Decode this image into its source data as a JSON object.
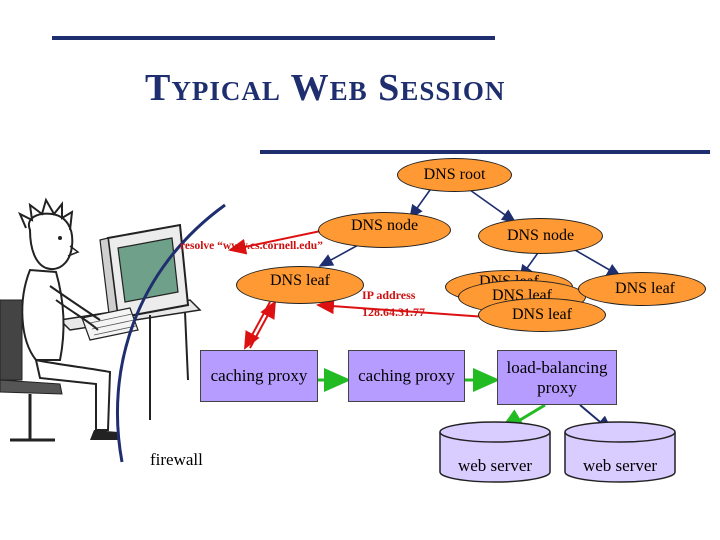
{
  "title": "Typical Web Session",
  "nodes": {
    "dns_root": "DNS root",
    "dns_node_left": "DNS node",
    "dns_node_right": "DNS node",
    "dns_leaf_left": "DNS leaf",
    "dns_leaf_stack_back_1": "DNS leaf",
    "dns_leaf_stack_back_2": "DNS leaf",
    "dns_leaf_stack_front": "DNS leaf",
    "dns_leaf_right": "DNS leaf",
    "caching_proxy_left": "caching proxy",
    "caching_proxy_mid": "caching proxy",
    "load_balancing_proxy": "load-balancing proxy",
    "web_server_left": "web server",
    "web_server_right": "web server",
    "firewall": "firewall"
  },
  "annotations": {
    "resolve_query": "resolve “www.cs.cornell.edu”",
    "ip_address_label": "IP address",
    "ip_address_value": "128.64.31.77"
  },
  "colors": {
    "title": "#1e2e6e",
    "dns_fill": "#ff9933",
    "proxy_fill": "#b69cff",
    "server_fill": "#d9ccff",
    "request_arrow": "#dd1111",
    "response_arrow": "#22bb22",
    "link_arrow": "#1e2e6e"
  },
  "icons": [
    "user-at-computer-icon",
    "firewall-curve"
  ]
}
